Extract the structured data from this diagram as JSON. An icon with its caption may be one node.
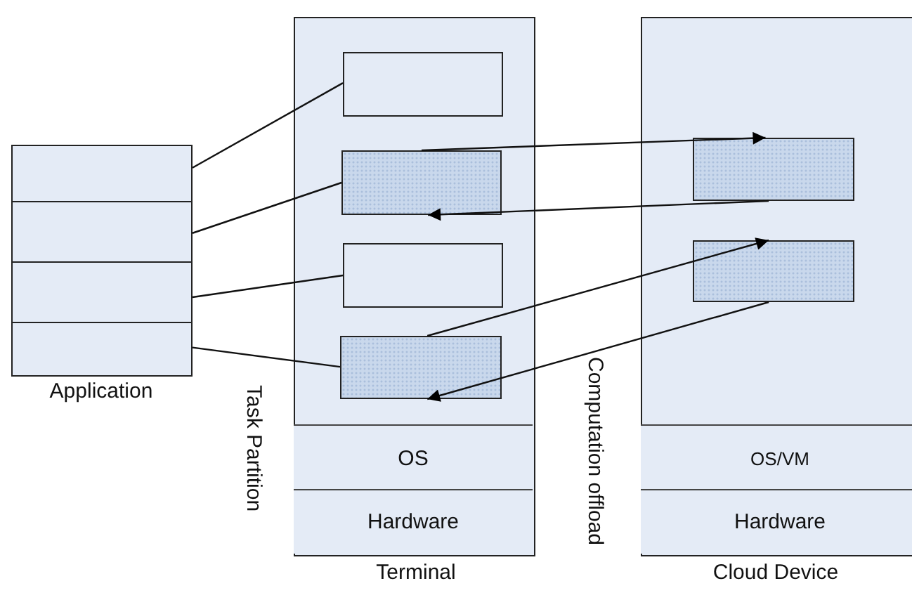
{
  "diagram": {
    "nodes": [
      {
        "text": [
          "Application"
        ]
      },
      {
        "text": [],
        "shape": "box",
        "in": 0
      },
      {
        "text": [],
        "shape": "box",
        "in": 0
      },
      {
        "text": [],
        "shape": "box",
        "in": 0
      },
      {
        "text": [],
        "shape": "box",
        "in": 0
      },
      {
        "text": [
          "Terminal"
        ]
      },
      {
        "text": [],
        "shape": "box",
        "in": 5
      },
      {
        "text": [],
        "shape": "box",
        "in": 5
      },
      {
        "text": [],
        "shape": "box",
        "in": 5
      },
      {
        "text": [],
        "shape": "box",
        "in": 5
      },
      {
        "text": [
          "OS"
        ],
        "in": 5
      },
      {
        "text": [
          "Hardware"
        ],
        "in": 5
      },
      {
        "text": [
          "Cloud Device"
        ]
      },
      {
        "text": [],
        "shape": "box",
        "in": 12
      },
      {
        "text": [],
        "shape": "box",
        "in": 12
      },
      {
        "text": [
          "OS/VM"
        ],
        "in": 12
      },
      {
        "text": [
          "Hardware"
        ],
        "in": 12
      }
    ],
    "edges": [
      {
        "from": 1,
        "to": 6,
        "arrow": "none"
      },
      {
        "from": 2,
        "to": 7,
        "arrow": "none"
      },
      {
        "from": 3,
        "to": 8,
        "arrow": "none"
      },
      {
        "from": 4,
        "to": 9,
        "arrow": "none"
      },
      {
        "from": 7,
        "to": 13,
        "arrow": "to"
      },
      {
        "from": 13,
        "to": 7,
        "arrow": "to"
      },
      {
        "from": 9,
        "to": 14,
        "arrow": "to"
      },
      {
        "from": 14,
        "to": 9,
        "arrow": "to"
      }
    ],
    "labels": [
      "Task Partition",
      "Computation offload"
    ]
  }
}
